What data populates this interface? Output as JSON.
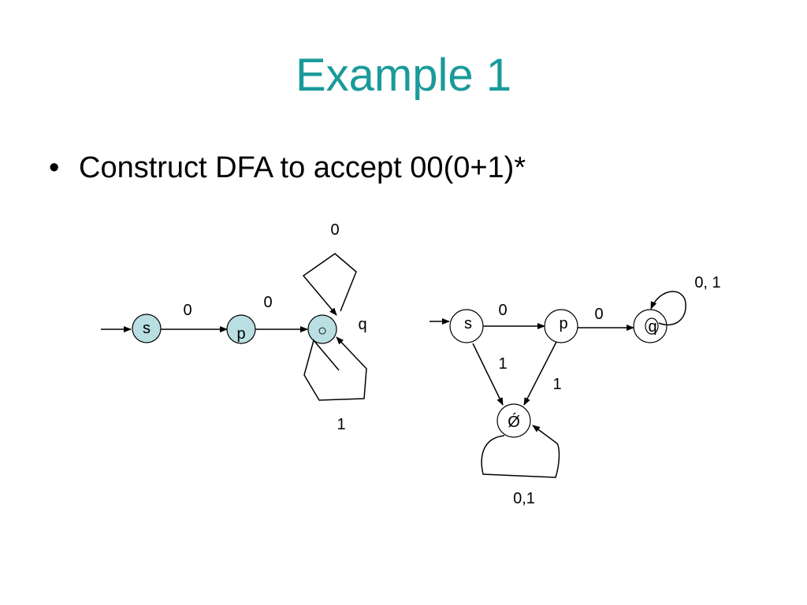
{
  "slide": {
    "title": "Example 1",
    "bullet": "•",
    "text": "Construct DFA to accept 00(0+1)*"
  },
  "colors": {
    "title": "#1a9a9a",
    "state_fill_left": "#b9dfe2",
    "state_fill_right": "#ffffff"
  },
  "diagram_left": {
    "states": {
      "s": "s",
      "p": "p",
      "q": "q",
      "q_glyph": "○"
    },
    "labels": {
      "s_to_p": "0",
      "p_to_q": "0",
      "q_loop_top": "0",
      "q_loop_bottom": "1"
    }
  },
  "diagram_right": {
    "states": {
      "s": "s",
      "p": "p",
      "q": "q",
      "dead": "Ǿ"
    },
    "labels": {
      "s_to_p": "0",
      "p_to_q": "0",
      "q_loop": "0, 1",
      "s_to_dead": "1",
      "p_to_dead": "1",
      "dead_loop": "0,1"
    }
  }
}
